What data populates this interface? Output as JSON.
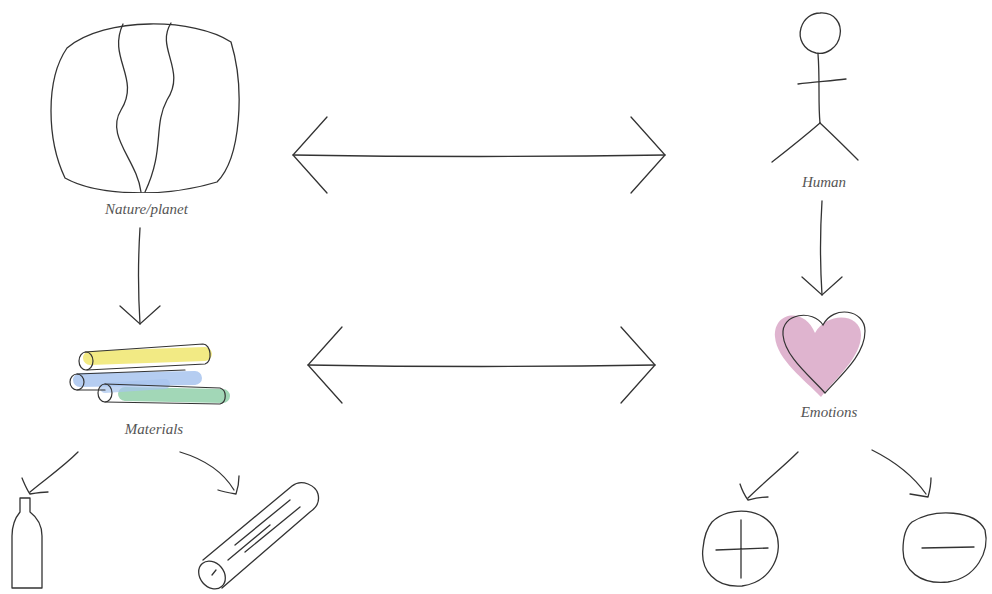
{
  "diagram": {
    "nodes": [
      {
        "text": [
          "Nature/planet"
        ]
      },
      {
        "text": [
          "Human"
        ]
      },
      {
        "text": [
          "Materials"
        ]
      },
      {
        "text": [
          "Emotions"
        ]
      }
    ],
    "edges": [
      {
        "from": 0,
        "to": 1,
        "arrow": "both"
      },
      {
        "from": 0,
        "to": 2,
        "arrow": "to"
      },
      {
        "from": 1,
        "to": 3,
        "arrow": "to"
      },
      {
        "from": 2,
        "to": 3,
        "arrow": "both"
      }
    ]
  }
}
